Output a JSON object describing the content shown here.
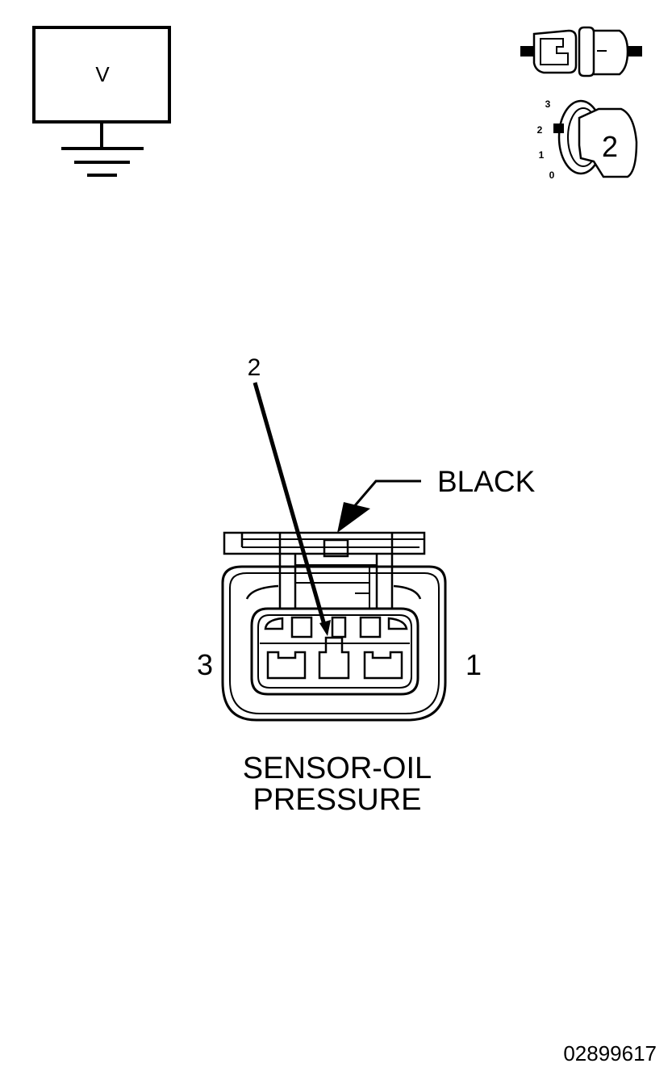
{
  "meter": {
    "symbol": "V"
  },
  "ignition": {
    "positions": [
      "3",
      "2",
      "1",
      "0"
    ],
    "selected": "2"
  },
  "connector": {
    "pin_pointer_label": "2",
    "color_label": "BLACK",
    "left_pin_label": "3",
    "right_pin_label": "1",
    "name_line_1": "SENSOR-OIL",
    "name_line_2": "PRESSURE"
  },
  "figure_number": "02899617",
  "colors": {
    "line": "#000000",
    "background": "#ffffff"
  }
}
